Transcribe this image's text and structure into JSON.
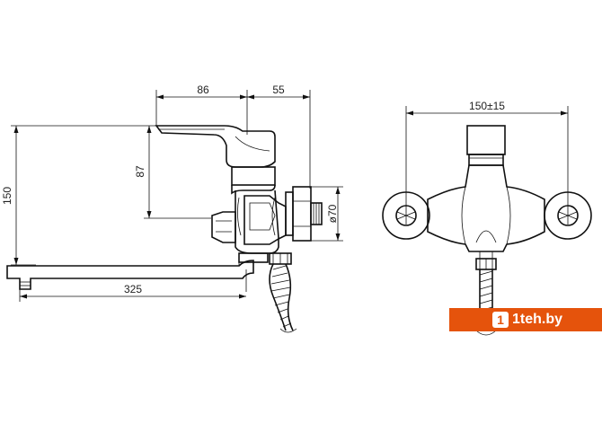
{
  "dimensions": {
    "d86": "86",
    "d55": "55",
    "d150_range": "150±15",
    "d87": "87",
    "d150": "150",
    "d70": "ø70",
    "d325": "325"
  },
  "watermark": {
    "text": "1teh.by",
    "mark": "1",
    "color": "#e5530c"
  }
}
